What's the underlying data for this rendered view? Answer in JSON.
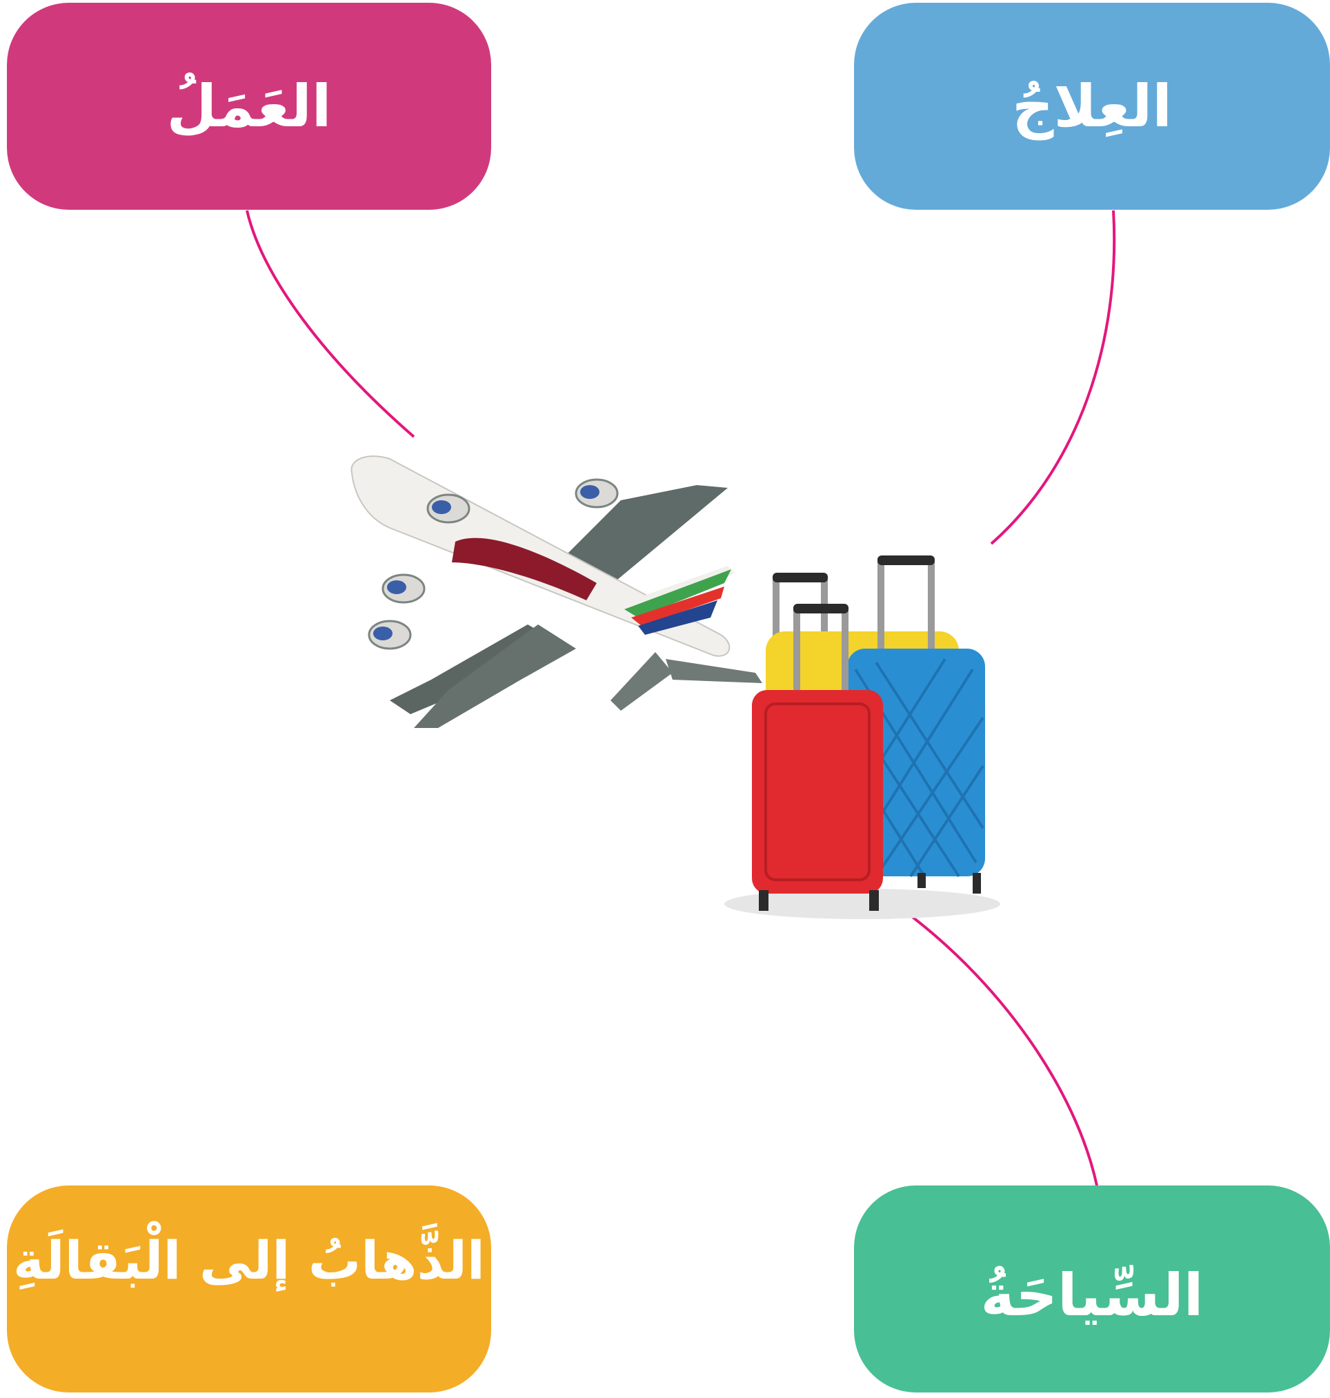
{
  "categories": [
    {
      "key": "work",
      "label": "العَمَلُ",
      "color": "#d03a7c"
    },
    {
      "key": "treatment",
      "label": "العِلاجُ",
      "color": "#63aad9"
    },
    {
      "key": "grocery",
      "label": "الذَّهابُ إلى الْبَقالَةِ",
      "color": "#f4ad26"
    },
    {
      "key": "tourism",
      "label": "السِّياحَةُ",
      "color": "#48bf95"
    }
  ],
  "connector_color": "#e3177d",
  "center_images": [
    "airplane",
    "luggage"
  ]
}
